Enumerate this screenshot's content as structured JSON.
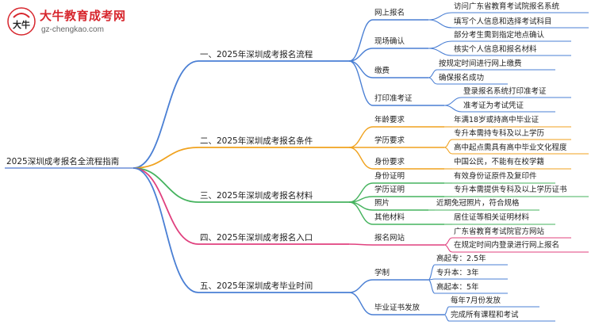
{
  "logo": {
    "title": "大牛教育成考网",
    "url": "gz-chengkao.com",
    "mark_text": "大牛"
  },
  "root": "2025深圳成考报名全流程指南",
  "colors": {
    "branch1": "#4a7fd4",
    "branch2": "#f0a21e",
    "branch3": "#45b35e",
    "branch4": "#e0407e",
    "branch5": "#4a7fd4"
  },
  "branches": [
    {
      "label": "一、2025年深圳成考报名流程",
      "children": [
        {
          "label": "网上报名",
          "children": [
            "访问广东省教育考试院报名系统",
            "填写个人信息和选择考试科目"
          ]
        },
        {
          "label": "现场确认",
          "children": [
            "部分考生需到指定地点确认",
            "核实个人信息和报名材料"
          ]
        },
        {
          "label": "缴费",
          "children": [
            "按规定时间进行网上缴费",
            "确保报名成功"
          ]
        },
        {
          "label": "打印准考证",
          "children": [
            "登录报名系统打印准考证",
            "准考证为考试凭证"
          ]
        }
      ]
    },
    {
      "label": "二、2025年深圳成考报名条件",
      "children": [
        {
          "label": "年龄要求",
          "children": [
            "年满18岁或持高中毕业证"
          ]
        },
        {
          "label": "学历要求",
          "children": [
            "专升本需持专科及以上学历",
            "高中起点需具有高中毕业文化程度"
          ]
        },
        {
          "label": "身份要求",
          "children": [
            "中国公民，不能有在校学籍"
          ]
        }
      ]
    },
    {
      "label": "三、2025年深圳成考报名材料",
      "children": [
        {
          "label": "身份证明",
          "children": [
            "有效身份证原件及复印件"
          ]
        },
        {
          "label": "学历证明",
          "children": [
            "专升本需提供专科及以上学历证书"
          ]
        },
        {
          "label": "照片",
          "children": [
            "近期免冠照片，符合规格"
          ]
        },
        {
          "label": "其他材料",
          "children": [
            "居住证等相关证明材料"
          ]
        }
      ]
    },
    {
      "label": "四、2025年深圳成考报名入口",
      "children": [
        {
          "label": "报名网站",
          "children": [
            "广东省教育考试院官方网站",
            "在规定时间内登录进行网上报名"
          ]
        }
      ]
    },
    {
      "label": "五、2025年深圳成考毕业时间",
      "children": [
        {
          "label": "学制",
          "children": [
            "高起专：2.5年",
            "专升本：3年",
            "高起本：5年"
          ]
        },
        {
          "label": "毕业证书发放",
          "children": [
            "每年7月份发放",
            "完成所有课程和考试"
          ]
        }
      ]
    }
  ]
}
